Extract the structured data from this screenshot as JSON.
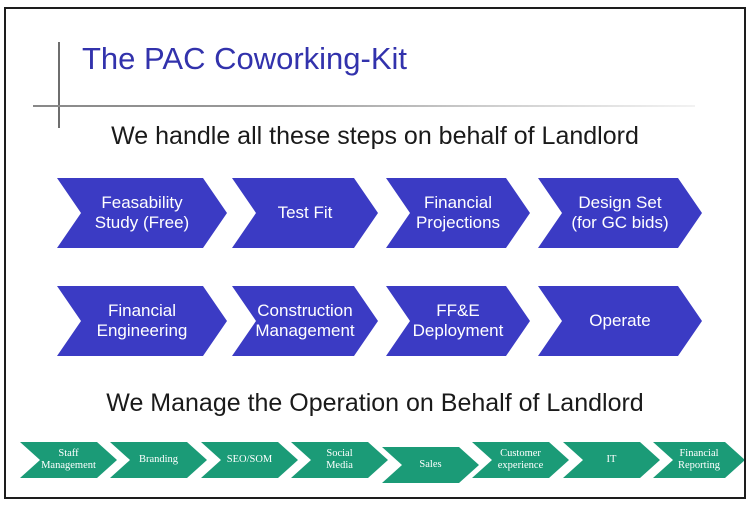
{
  "slide": {
    "title": "The PAC Coworking-Kit",
    "colors": {
      "title_blue": "#3232ac",
      "chevron_blue": "#3b3bc4",
      "chevron_green": "#1b9b77"
    },
    "handle_section": {
      "heading": "We handle all these steps on behalf of Landlord",
      "row1": [
        "Feasability Study (Free)",
        "Test Fit",
        "Financial Projections",
        "Design Set (for GC bids)"
      ],
      "row2": [
        "Financial Engineering",
        "Construction Management",
        "FF&E Deployment",
        "Operate"
      ]
    },
    "manage_section": {
      "heading": "We Manage the Operation on Behalf of Landlord",
      "steps": [
        "Staff Management",
        "Branding",
        "SEO/SOM",
        "Social Media",
        "Sales",
        "Customer experience",
        "IT",
        "Financial Reporting"
      ]
    }
  }
}
